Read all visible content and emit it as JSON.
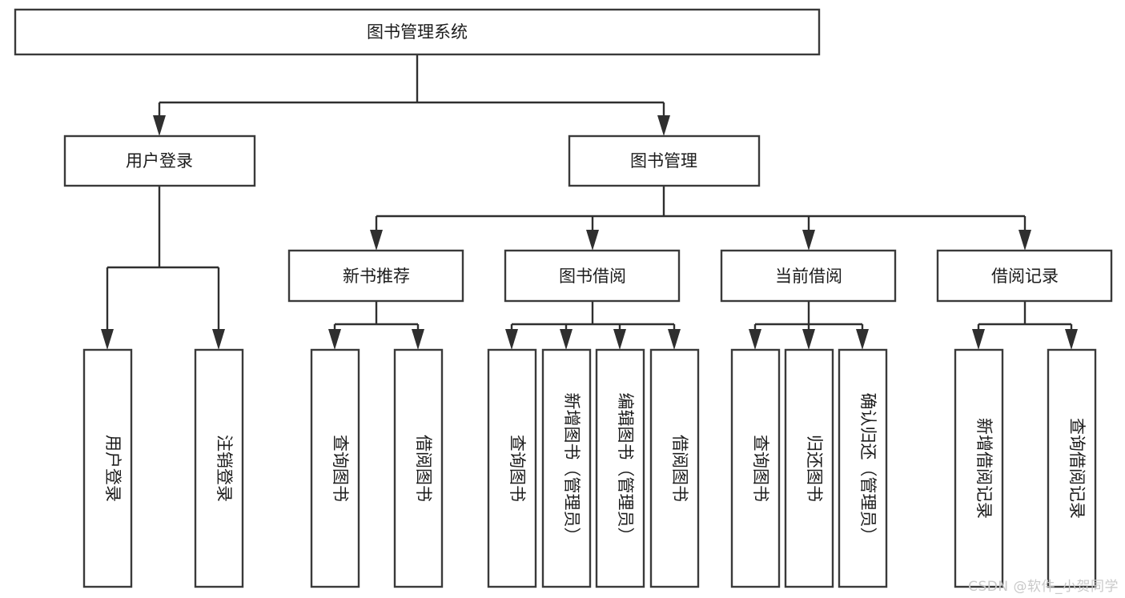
{
  "diagram": {
    "type": "tree-hierarchy-chart",
    "title": "图书管理系统",
    "orientation": "top-down",
    "colors": {
      "box_fill": "#ffffff",
      "box_stroke": "#3a3a3a",
      "connector": "#2f2f2f",
      "text": "#1c1c1c",
      "background": "#ffffff",
      "watermark": "#c9c9c9"
    },
    "root": {
      "label": "图书管理系统"
    },
    "level2": [
      {
        "label": "用户登录"
      },
      {
        "label": "图书管理"
      }
    ],
    "level3": [
      {
        "label": "新书推荐"
      },
      {
        "label": "图书借阅"
      },
      {
        "label": "当前借阅"
      },
      {
        "label": "借阅记录"
      }
    ],
    "leaves_user_login": [
      {
        "label": "用户登录"
      },
      {
        "label": "注销登录"
      }
    ],
    "leaves_new_book": [
      {
        "label": "查询图书"
      },
      {
        "label": "借阅图书"
      }
    ],
    "leaves_borrow": [
      {
        "label": "查询图书"
      },
      {
        "label": "新增图书（管理员）"
      },
      {
        "label": "编辑图书（管理员）"
      },
      {
        "label": "借阅图书"
      }
    ],
    "leaves_current": [
      {
        "label": "查询图书"
      },
      {
        "label": "归还图书"
      },
      {
        "label": "确认归还（管理员）"
      }
    ],
    "leaves_record": [
      {
        "label": "新增借阅记录"
      },
      {
        "label": "查询借阅记录"
      }
    ],
    "watermark": "CSDN @软件_小贺同学"
  }
}
